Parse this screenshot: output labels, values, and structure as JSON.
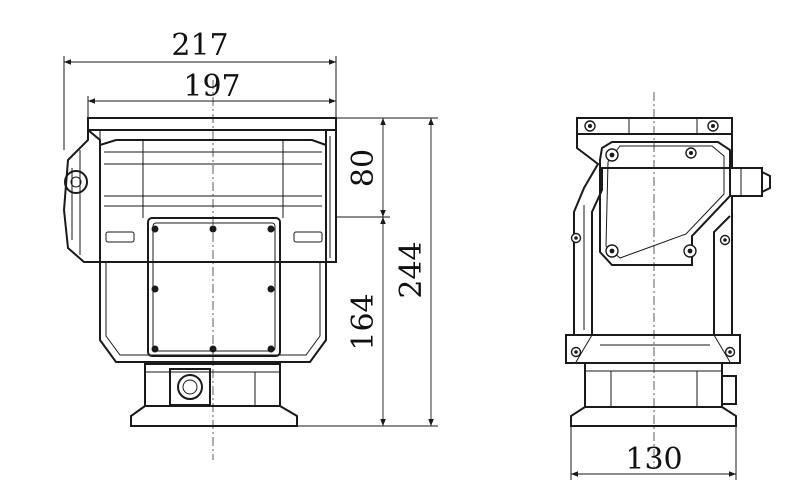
{
  "dimensions": {
    "overall_width": "217",
    "inner_width": "197",
    "upper_height": "80",
    "total_height": "244",
    "lower_height": "164",
    "side_width": "130"
  }
}
